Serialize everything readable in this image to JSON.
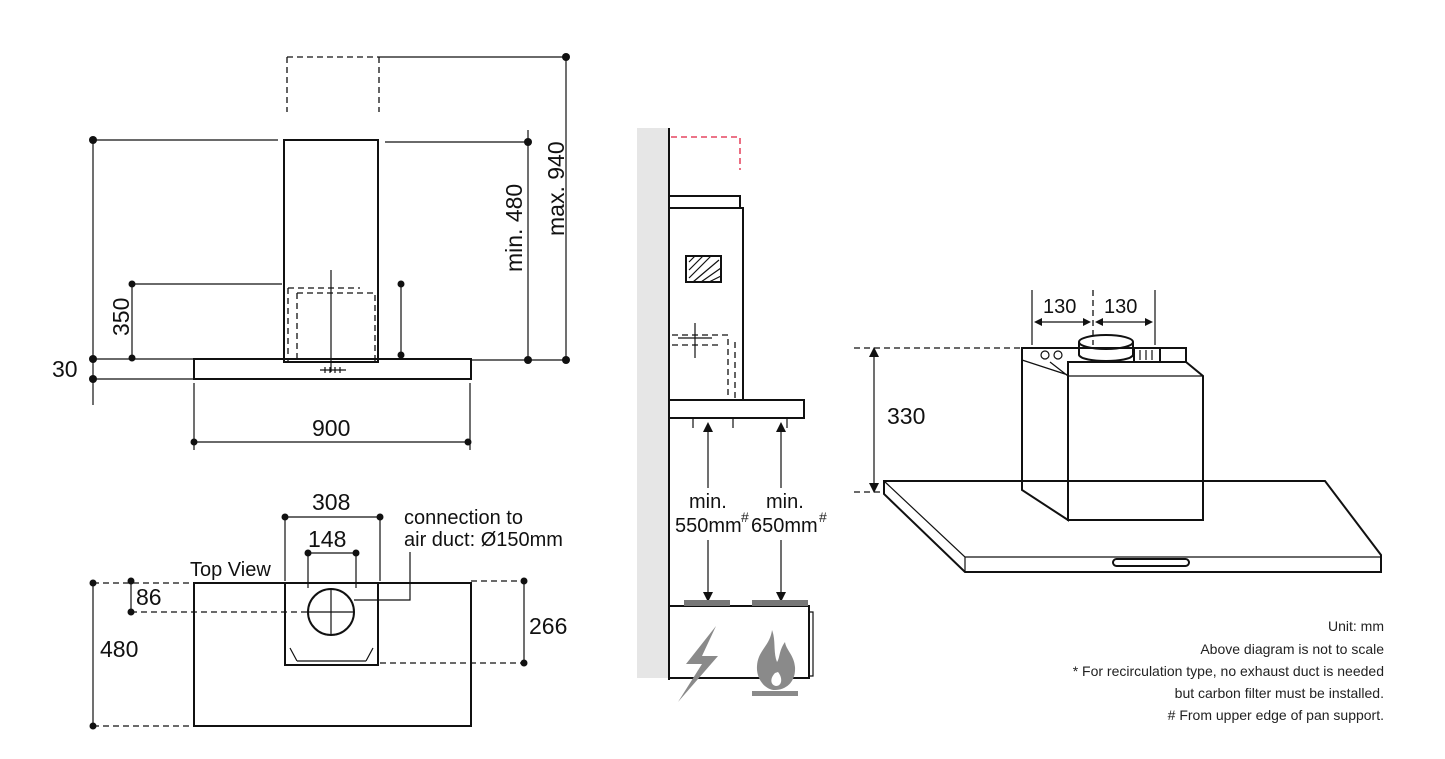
{
  "front_view": {
    "dim_width": "900",
    "dim_30": "30",
    "dim_350": "350",
    "dim_min": "min. 480",
    "dim_max": "max. 940"
  },
  "top_view": {
    "title": "Top View",
    "dim_308": "308",
    "dim_148": "148",
    "dim_86": "86",
    "dim_480": "480",
    "dim_266": "266",
    "connection_line1": "connection to",
    "connection_line2": "air duct: Ø150mm"
  },
  "side_view": {
    "min_label_1": "min.",
    "min_value_1": "550mm",
    "min_label_2": "min.",
    "min_value_2": "650mm",
    "hash": "#",
    "colors": {
      "wall": "#e6e6e6",
      "recirc_dash": "#e02040",
      "icon_gray": "#8a8a8a"
    },
    "icons": [
      "electric-bolt-icon",
      "gas-flame-icon"
    ]
  },
  "iso_view": {
    "dim_130_left": "130",
    "dim_130_right": "130",
    "dim_330": "330"
  },
  "notes": {
    "unit": "Unit: mm",
    "scale": "Above diagram is not to scale",
    "recirc1": "* For recirculation type, no exhaust duct is needed",
    "recirc2": "but carbon filter must be installed.",
    "pan": "# From upper edge of pan support."
  }
}
